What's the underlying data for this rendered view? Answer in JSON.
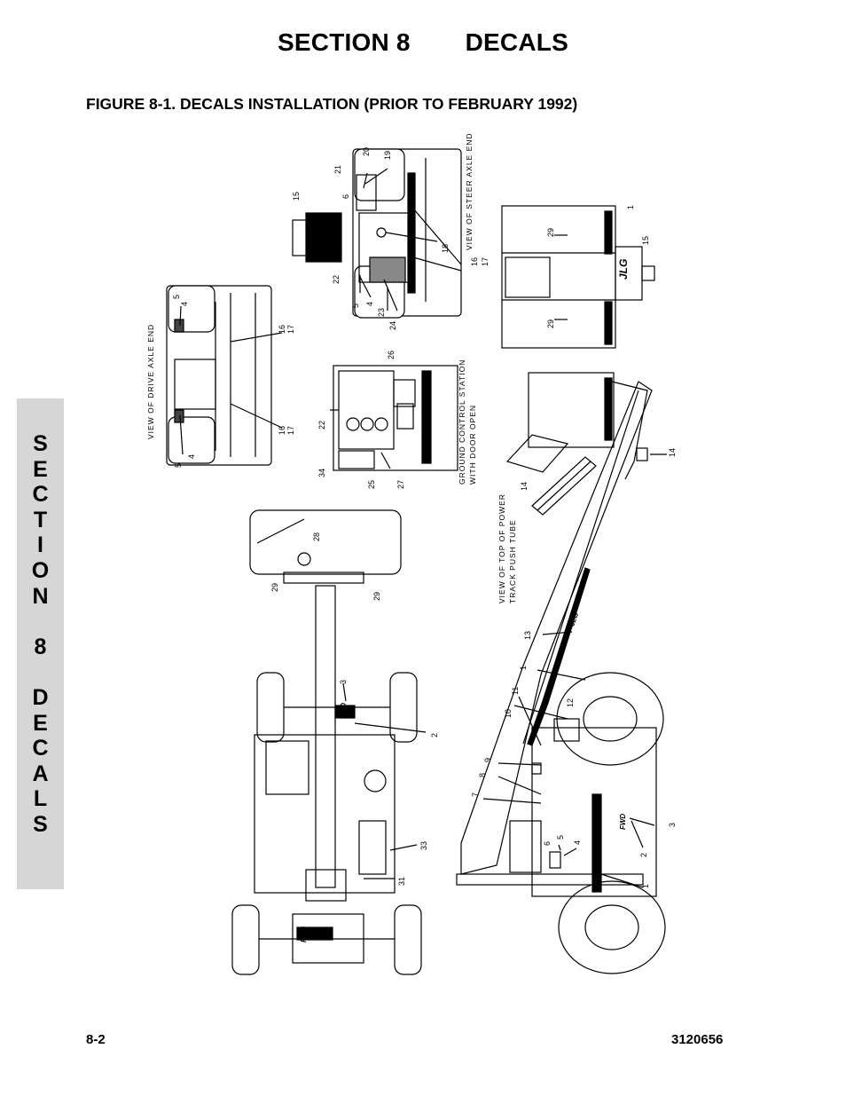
{
  "header": {
    "section_label": "SECTION 8",
    "section_name": "DECALS",
    "figure_title": "FIGURE 8-1. DECALS INSTALLATION (PRIOR TO FEBRUARY 1992)"
  },
  "side_tab": {
    "letters": [
      "S",
      "E",
      "C",
      "T",
      "I",
      "O",
      "N",
      "",
      "8",
      "",
      "D",
      "E",
      "C",
      "A",
      "L",
      "S"
    ]
  },
  "footer": {
    "page_number": "8-2",
    "doc_number": "3120656"
  },
  "views": {
    "drive_axle": "VIEW OF DRIVE AXLE END",
    "steer_axle": "VIEW OF STEER AXLE END",
    "ground_station_1": "GROUND CONTROL STATION",
    "ground_station_2": "WITH DOOR OPEN",
    "push_tube_1": "VIEW OF TOP OF POWER",
    "push_tube_2": "TRACK PUSH TUBE"
  },
  "decal_text": {
    "jlg": "JLG",
    "fwd": "FWD"
  },
  "callouts": {
    "drive_5a": "5",
    "drive_4a": "4",
    "drive_16a": "16",
    "drive_17a": "17",
    "drive_16b": "16",
    "drive_17b": "17",
    "drive_5b": "5",
    "drive_4b": "4",
    "steer_15": "15",
    "steer_6": "6",
    "steer_21": "21",
    "steer_20": "20",
    "steer_19": "19",
    "steer_18": "18",
    "steer_16": "16",
    "steer_17": "17",
    "steer_22": "22",
    "steer_5": "5",
    "steer_4": "4",
    "steer_23": "23",
    "steer_24": "24",
    "gcs_26": "26",
    "gcs_22": "22",
    "gcs_34": "34",
    "gcs_25": "25",
    "gcs_27": "27",
    "plat_29a": "29",
    "plat_29b": "29",
    "plat_15": "15",
    "plat_1": "1",
    "tube_14a": "14",
    "tube_14b": "14",
    "top_28": "28",
    "top_29a": "29",
    "top_29b": "29",
    "top_3": "3",
    "top_2": "2",
    "top_33": "33",
    "top_31": "31",
    "side_13": "13",
    "side_1a": "1",
    "side_11": "11",
    "side_10": "10",
    "side_12": "12",
    "side_9": "9",
    "side_8": "8",
    "side_7": "7",
    "side_6": "6",
    "side_5": "5",
    "side_4": "4",
    "side_3": "3",
    "side_2": "2",
    "side_1b": "1"
  }
}
